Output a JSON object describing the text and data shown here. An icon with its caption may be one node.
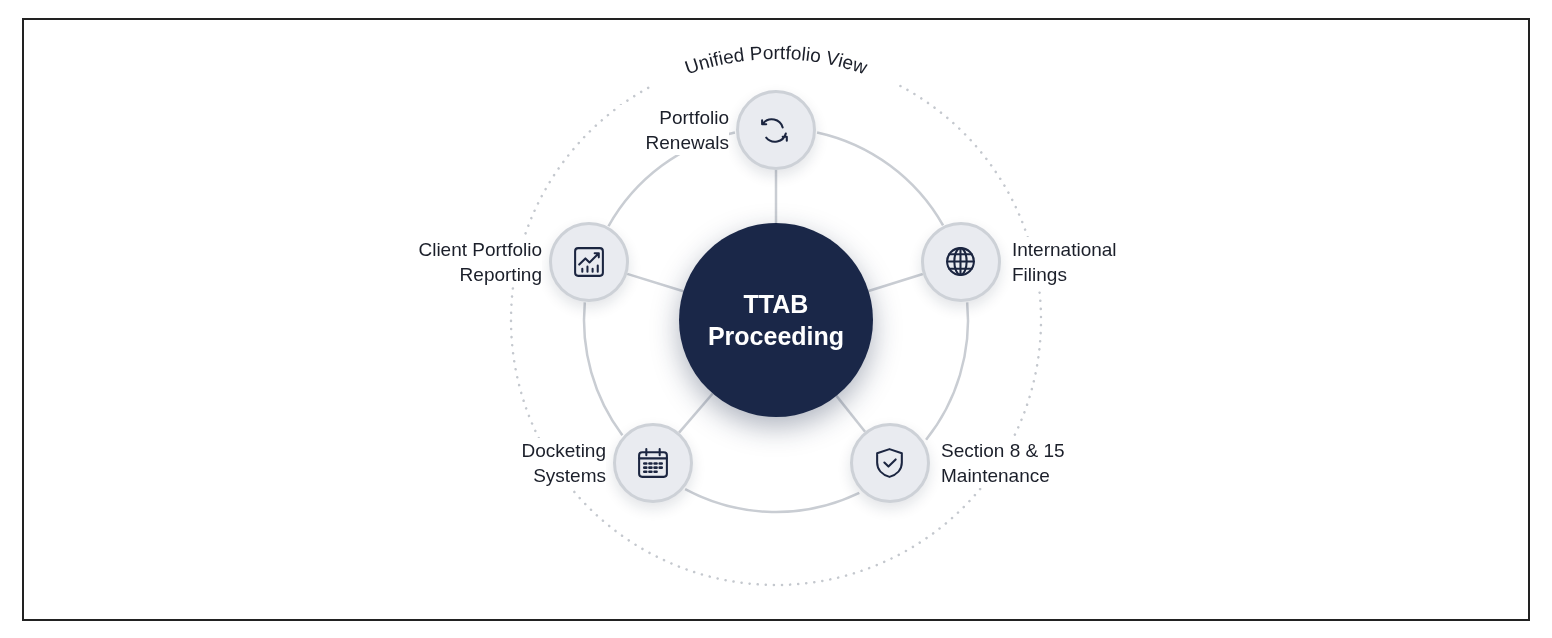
{
  "diagram": {
    "nodes": [
      {
        "text": [
          "TTAB Proceeding"
        ]
      },
      {
        "text": [
          "Portfolio Renewals"
        ]
      },
      {
        "text": [
          "International Filings"
        ]
      },
      {
        "text": [
          "Section 8 & 15 Maintenance"
        ]
      },
      {
        "text": [
          "Docketing Systems"
        ]
      },
      {
        "text": [
          "Client Portfolio Reporting"
        ]
      }
    ],
    "edges": [
      {
        "from": 0,
        "to": 1,
        "arrow": "none"
      },
      {
        "from": 0,
        "to": 2,
        "arrow": "none"
      },
      {
        "from": 0,
        "to": 3,
        "arrow": "none"
      },
      {
        "from": 0,
        "to": 4,
        "arrow": "none"
      },
      {
        "from": 0,
        "to": 5,
        "arrow": "none"
      },
      {
        "from": 1,
        "to": 2,
        "arrow": "none"
      },
      {
        "from": 2,
        "to": 3,
        "arrow": "none"
      },
      {
        "from": 3,
        "to": 4,
        "arrow": "none"
      },
      {
        "from": 4,
        "to": 5,
        "arrow": "none"
      },
      {
        "from": 5,
        "to": 1,
        "arrow": "none"
      }
    ],
    "labels": [
      "Unified Portfolio View"
    ]
  }
}
